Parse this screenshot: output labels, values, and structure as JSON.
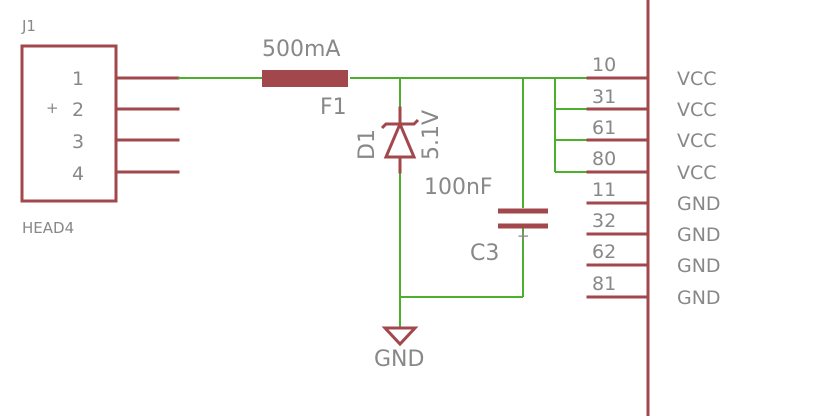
{
  "colors": {
    "component": "#a2474b",
    "wire": "#4caf2d",
    "label": "#888888"
  },
  "connector": {
    "refdes": "J1",
    "value": "HEAD4",
    "pins": [
      "1",
      "2",
      "3",
      "4"
    ],
    "pin1_marker": "+"
  },
  "fuse": {
    "refdes": "F1",
    "value": "500mA"
  },
  "diode": {
    "refdes": "D1",
    "value": "5.1V"
  },
  "capacitor": {
    "refdes": "C3",
    "value": "100nF",
    "polarity_marker": "+"
  },
  "ground_symbol": {
    "label": "GND"
  },
  "ic_pins": [
    {
      "number": "10",
      "name": "VCC"
    },
    {
      "number": "31",
      "name": "VCC"
    },
    {
      "number": "61",
      "name": "VCC"
    },
    {
      "number": "80",
      "name": "VCC"
    },
    {
      "number": "11",
      "name": "GND"
    },
    {
      "number": "32",
      "name": "GND"
    },
    {
      "number": "62",
      "name": "GND"
    },
    {
      "number": "81",
      "name": "GND"
    }
  ]
}
